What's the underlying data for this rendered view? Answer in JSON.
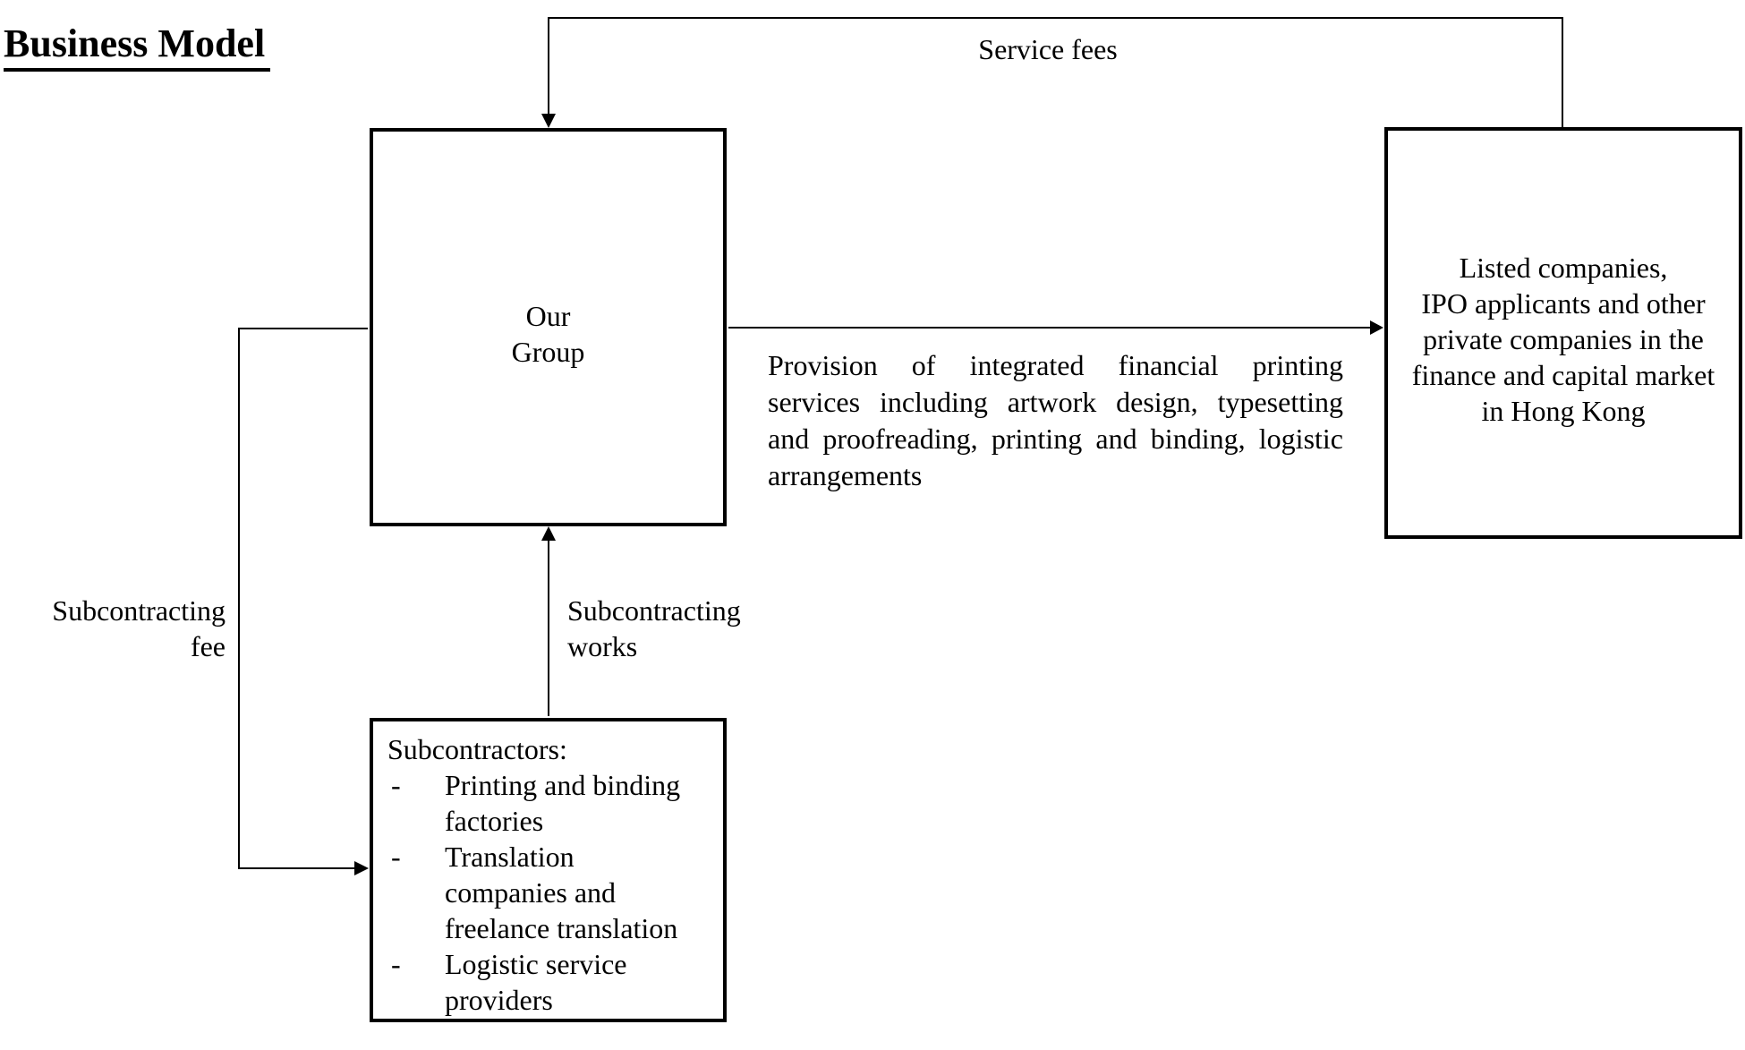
{
  "page": {
    "title": "Business Model"
  },
  "colors": {
    "ink": "#000000",
    "paper": "#ffffff"
  },
  "boxes": {
    "our_group": {
      "lines": [
        "Our",
        "Group"
      ]
    },
    "clients": {
      "lines": [
        "Listed companies,",
        "IPO applicants and other",
        "private companies in the",
        "finance and capital market",
        "in Hong Kong"
      ]
    },
    "subcontractors": {
      "heading": "Subcontractors:",
      "bullet": "-",
      "items": [
        {
          "lines": [
            "Printing and binding",
            "factories"
          ]
        },
        {
          "lines": [
            "Translation",
            "companies and",
            "freelance translation"
          ]
        },
        {
          "lines": [
            "Logistic service",
            "providers"
          ]
        }
      ]
    }
  },
  "arrows": {
    "service_fees": {
      "label": "Service fees"
    },
    "provision": {
      "lines": [
        "Provision of integrated financial printing",
        "services including artwork design, typesetting",
        "and proofreading, printing and binding, logistic",
        "arrangements"
      ]
    },
    "subcontracting_works": {
      "lines": [
        "Subcontracting",
        "works"
      ]
    },
    "subcontracting_fee": {
      "lines": [
        "Subcontracting",
        "fee"
      ]
    }
  }
}
